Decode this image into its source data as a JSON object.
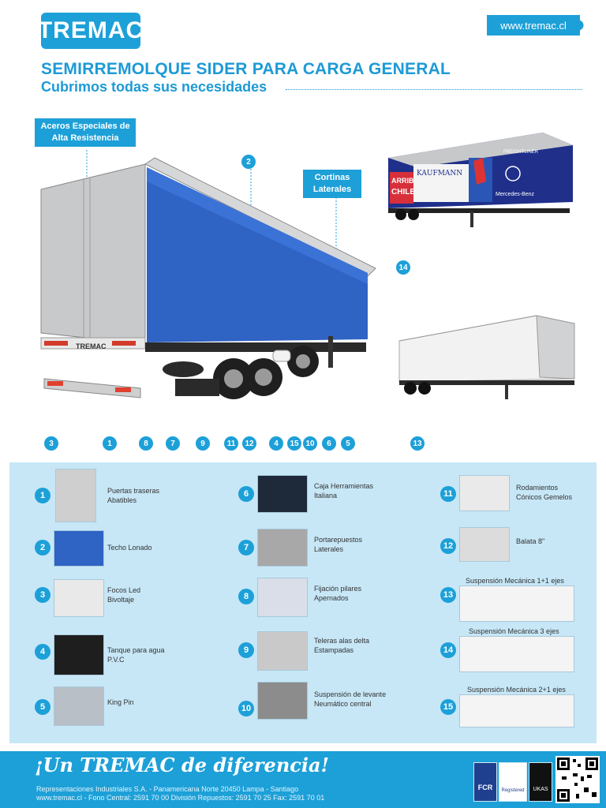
{
  "header": {
    "logo_text": "TREMAC",
    "url": "www.tremac.cl",
    "title": "SEMIRREMOLQUE SIDER PARA CARGA GENERAL",
    "subtitle": "Cubrimos todas sus necesidades"
  },
  "callouts": {
    "aceros_line1": "Aceros Especiales de",
    "aceros_line2": "Alta Resistencia",
    "cortinas_line1": "Cortinas",
    "cortinas_line2": "Laterales"
  },
  "truck_labels": {
    "main_brand": "TREMAC",
    "kaufmann": "KAUFMANN",
    "arriba": "ARRIBA",
    "chile": "CHILE!",
    "mercedes": "Mercedes-Benz",
    "freightliner": "FREIGHTLINER"
  },
  "pins": [
    "3",
    "1",
    "8",
    "7",
    "9",
    "11",
    "12",
    "4",
    "15",
    "10",
    "6",
    "5",
    "13",
    "14",
    "2"
  ],
  "parts": [
    {
      "num": "1",
      "line1": "Puertas traseras",
      "line2": "Abatibles"
    },
    {
      "num": "2",
      "line1": "Techo Lonado",
      "line2": ""
    },
    {
      "num": "3",
      "line1": "Focos Led",
      "line2": "Bivoltaje"
    },
    {
      "num": "4",
      "line1": "Tanque para agua",
      "line2": "P.V.C"
    },
    {
      "num": "5",
      "line1": "King Pin",
      "line2": ""
    },
    {
      "num": "6",
      "line1": "Caja Herramientas",
      "line2": "Italiana"
    },
    {
      "num": "7",
      "line1": "Portarepuestos",
      "line2": "Laterales"
    },
    {
      "num": "8",
      "line1": "Fijación pilares",
      "line2": "Apernados"
    },
    {
      "num": "9",
      "line1": "Teleras alas delta",
      "line2": "Estampadas"
    },
    {
      "num": "10",
      "line1": "Suspensión de levante",
      "line2": "Neumático central"
    },
    {
      "num": "11",
      "line1": "Rodamientos",
      "line2": "Cónicos Gemelos"
    },
    {
      "num": "12",
      "line1": "Balata 8\"",
      "line2": ""
    },
    {
      "num": "13",
      "line1": "Suspensión Mecánica 1+1 ejes",
      "line2": ""
    },
    {
      "num": "14",
      "line1": "Suspensión Mecánica 3 ejes",
      "line2": ""
    },
    {
      "num": "15",
      "line1": "Suspensión Mecánica 2+1 ejes",
      "line2": ""
    }
  ],
  "footer": {
    "slogan": "¡Un TREMAC de diferencia!",
    "address": "Representaciones Industriales S.A. - Panamericana Norte 20450 Lampa - Santiago",
    "contact": "www.tremac.cl - Fono Central: 2591 70 00  División Repuestos: 2591 70 25  Fax: 2591 70 01",
    "cert_1": "FCR",
    "cert_2": "Registered",
    "cert_3": "UKAS"
  },
  "colors": {
    "brand_blue": "#1da0d8",
    "panel_bg": "#c7e7f7",
    "curtain_blue": "#2f63c4"
  }
}
